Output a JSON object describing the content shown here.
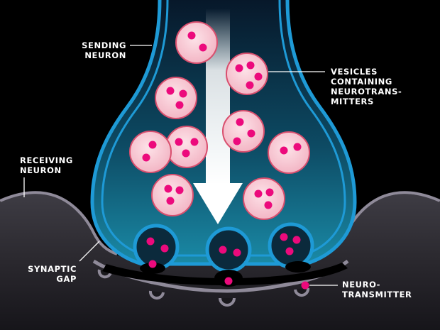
{
  "labels": {
    "sending_neuron": [
      "SENDING",
      "NEURON"
    ],
    "vesicles": [
      "VESICLES",
      "CONTAINING",
      "NEUROTRANS-",
      "MITTERS"
    ],
    "receiving_neuron": [
      "RECEIVING",
      "NEURON"
    ],
    "synaptic_gap": [
      "SYNAPTIC",
      "GAP"
    ],
    "neurotransmitter": [
      "NEURO-",
      "TRANSMITTER"
    ]
  },
  "colors": {
    "background": "#000000",
    "axon_outline": "#1e9ad6",
    "vesicle_fill": "#f7c3cf",
    "vesicle_outline": "#d94f6e",
    "neurotransmitter": "#ec0a7c",
    "receiving_outline": "#8f8a99",
    "arrow": "#ffffff"
  }
}
